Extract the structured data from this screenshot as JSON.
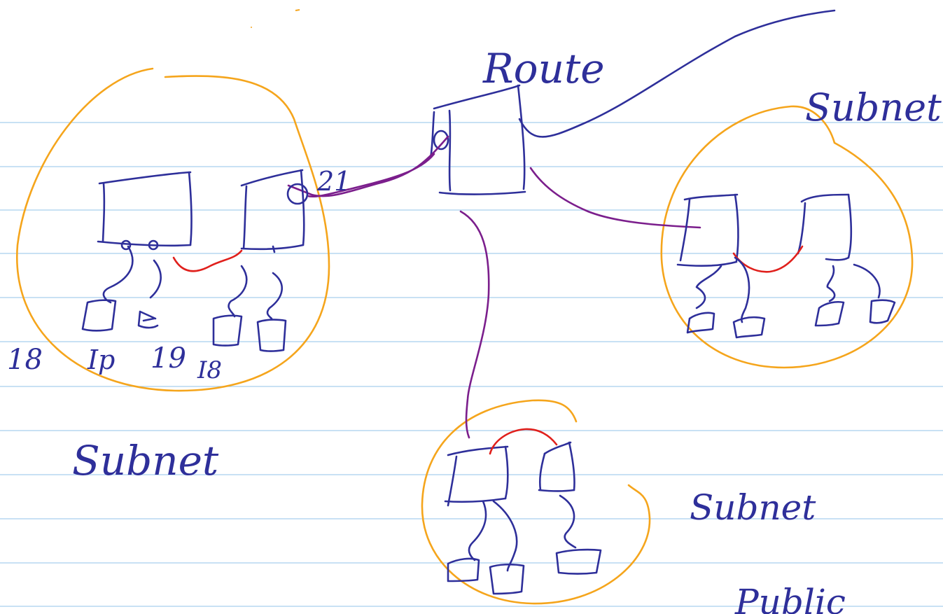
{
  "labels": {
    "router": "Route",
    "subnet_top_right": "Subnet",
    "subnet_left": "Subnet",
    "subnet_bottom": "Subnet",
    "public": "Public",
    "port_21": "21",
    "num_18": "18",
    "ip_left": "Ip",
    "num_19": "19",
    "ip_right": "I8"
  },
  "colors": {
    "ink": "#2e2f9a",
    "subnet_outline": "#f5a51c",
    "router_link": "#7b1e8c",
    "switch_link": "#e0201c",
    "ruled_line": "#a8cfee",
    "paper": "#ffffff"
  }
}
